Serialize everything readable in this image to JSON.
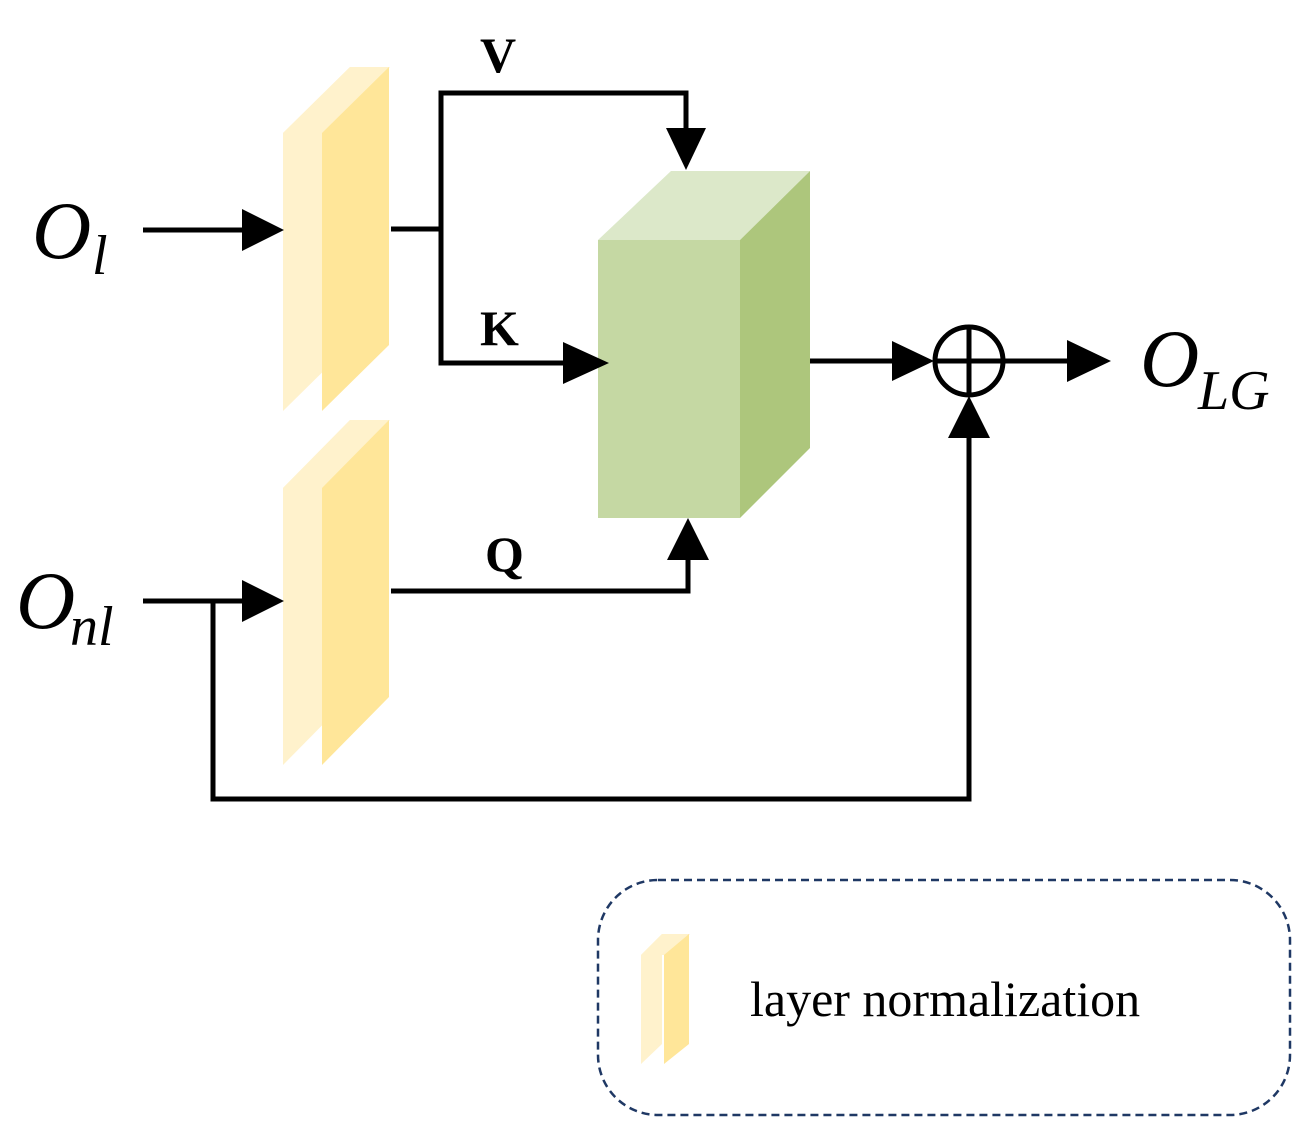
{
  "inputs": {
    "local": {
      "symbol": "O",
      "subscript": "l"
    },
    "nonlocal": {
      "symbol": "O",
      "subscript": "nl"
    }
  },
  "output": {
    "symbol": "O",
    "subscript": "LG"
  },
  "branches": {
    "value": "V",
    "key": "K",
    "query": "Q"
  },
  "legend": {
    "items": [
      {
        "icon": "layer-normalization-block",
        "label": "layer normalization"
      }
    ]
  },
  "colors": {
    "layer_norm_front": "#FFE699",
    "layer_norm_side": "#FFF2CC",
    "attention_front": "#C5D8A3",
    "attention_top": "#DCE8C9",
    "attention_side": "#ADC67C",
    "legend_border": "#1F3864",
    "wire": "#000000"
  }
}
